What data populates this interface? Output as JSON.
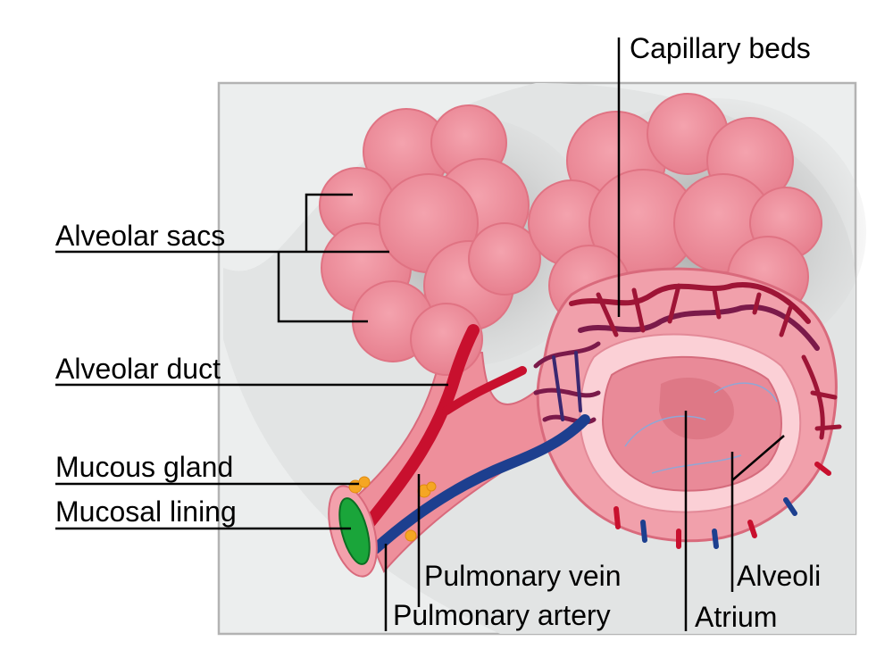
{
  "labels": {
    "capillary_beds": "Capillary beds",
    "alveolar_sacs": "Alveolar sacs",
    "alveolar_duct": "Alveolar duct",
    "mucous_gland": "Mucous gland",
    "mucosal_lining": "Mucosal lining",
    "pulmonary_vein": "Pulmonary vein",
    "pulmonary_artery": "Pulmonary artery",
    "alveoli": "Alveoli",
    "atrium": "Atrium"
  },
  "colors": {
    "frame_fill": "#eceeee",
    "frame_stroke": "#b3b3b3",
    "shadow": "#c8c8c8",
    "tissue": "#ef8f9c",
    "tissue_dark": "#e06d80",
    "tissue_light": "#f7b7c0",
    "vein": "#c8102e",
    "artery": "#1d3f8f",
    "capillary": "#8b1438",
    "gland": "#f5a623",
    "lining": "#1aa53a"
  }
}
